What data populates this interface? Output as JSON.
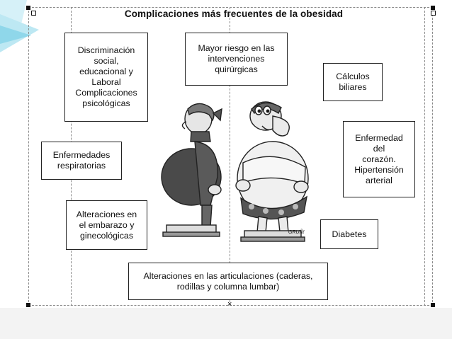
{
  "title": "Complicaciones más frecuentes de la obesidad",
  "boxes": {
    "discriminacion": [
      "Discriminación",
      "social,",
      "educacional y",
      "Laboral",
      "Complicaciones",
      "psicológicas"
    ],
    "riesgo_quirurgico": [
      "Mayor riesgo en las",
      "intervenciones",
      "quirúrgicas"
    ],
    "calculos": [
      "Cálculos",
      "biliares"
    ],
    "respiratorias": [
      "Enfermedades",
      "respiratorias"
    ],
    "corazon": [
      "Enfermedad",
      "del",
      "corazón.",
      "Hipertensión",
      "arterial"
    ],
    "embarazo": [
      "Alteraciones en",
      "el embarazo y",
      "ginecológicas"
    ],
    "diabetes": [
      "Diabetes"
    ],
    "articulaciones": [
      "Alteraciones en las articulaciones (caderas,",
      "rodillas y columna lumbar)"
    ]
  },
  "cartoon_caption": "GRUÑ!",
  "colors": {
    "frame": "#8a8a8a",
    "text": "#111111",
    "accent": "#8fd7ea"
  }
}
